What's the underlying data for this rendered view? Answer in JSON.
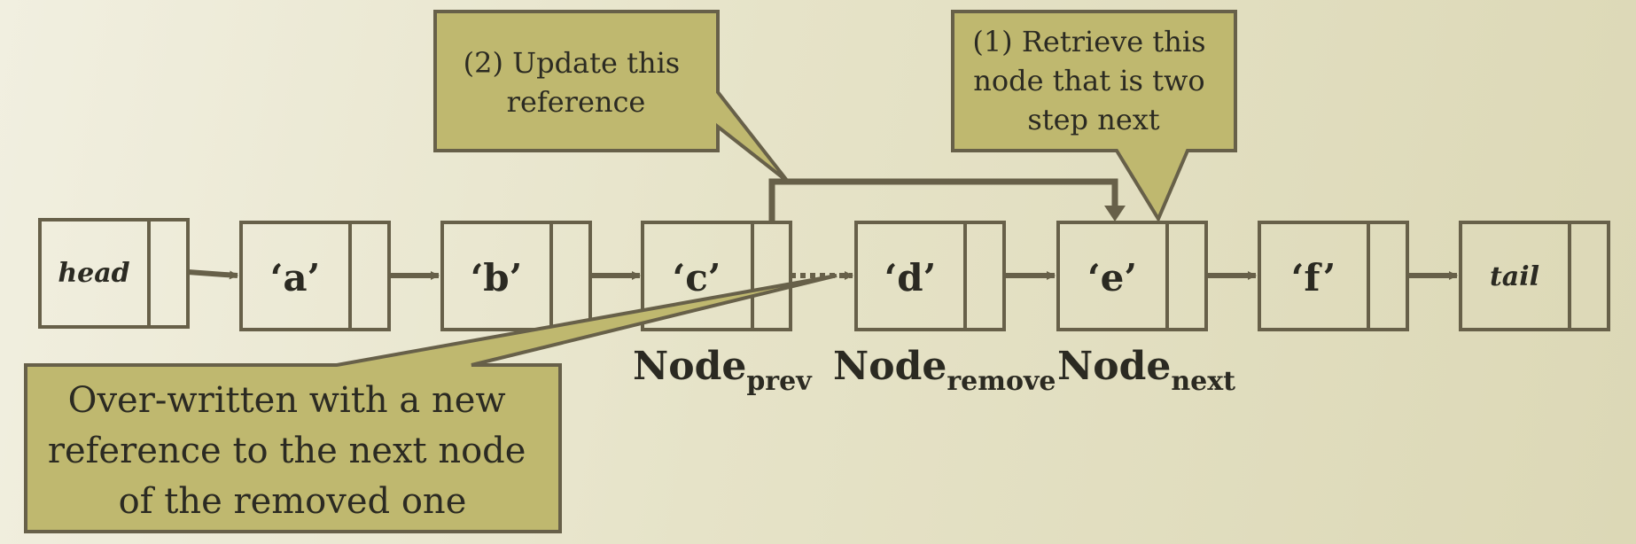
{
  "colors": {
    "stroke": "#676049",
    "callout_fill": "#bfb86f",
    "node_fill": "none",
    "text": "#2b2a22"
  },
  "nodes": [
    {
      "id": "head",
      "label": "head",
      "italic": true
    },
    {
      "id": "a",
      "label": "‘a’",
      "italic": false
    },
    {
      "id": "b",
      "label": "‘b’",
      "italic": false
    },
    {
      "id": "c",
      "label": "‘c’",
      "italic": false
    },
    {
      "id": "d",
      "label": "‘d’",
      "italic": false
    },
    {
      "id": "e",
      "label": "‘e’",
      "italic": false
    },
    {
      "id": "f",
      "label": "‘f’",
      "italic": false
    },
    {
      "id": "tail",
      "label": "tail",
      "italic": true
    }
  ],
  "node_labels": [
    {
      "main": "Node",
      "sub": "prev"
    },
    {
      "main": "Node",
      "sub": "remove"
    },
    {
      "main": "Node",
      "sub": "next"
    }
  ],
  "callouts": {
    "update": [
      "(2) Update this",
      "reference"
    ],
    "retrieve": [
      "(1) Retrieve this",
      "node that is two",
      "step next"
    ],
    "overwritten": [
      "Over-written with a new",
      "reference to the next node",
      "of the removed one"
    ]
  }
}
